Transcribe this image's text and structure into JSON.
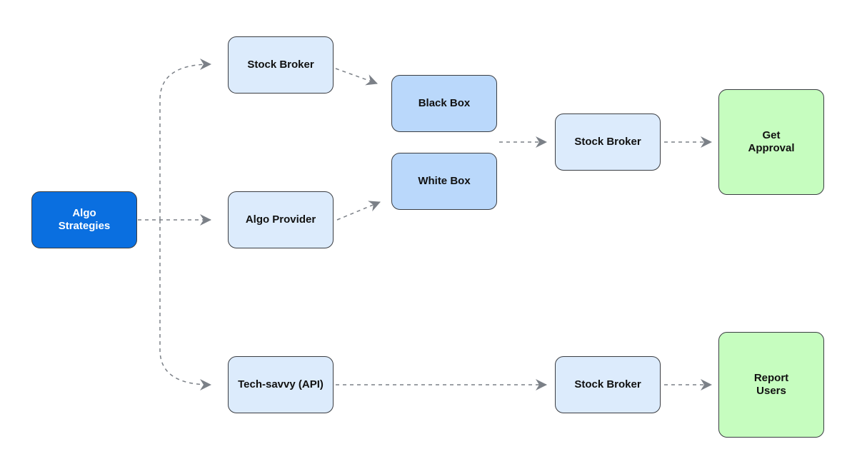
{
  "nodes": {
    "algo_strategies": "Algo\nStrategies",
    "stock_broker_top": "Stock Broker",
    "black_box": "Black Box",
    "white_box": "White Box",
    "algo_provider": "Algo Provider",
    "stock_broker_mid": "Stock Broker",
    "get_approval": "Get\nApproval",
    "tech_savvy": "Tech-savvy (API)",
    "stock_broker_bottom": "Stock Broker",
    "report_users": "Report\nUsers"
  },
  "edges": [
    {
      "from": "algo_strategies",
      "to": "stock_broker_top"
    },
    {
      "from": "algo_strategies",
      "to": "algo_provider"
    },
    {
      "from": "algo_strategies",
      "to": "tech_savvy"
    },
    {
      "from": "stock_broker_top",
      "to": "black_box"
    },
    {
      "from": "algo_provider",
      "to": "white_box"
    },
    {
      "from": "black_box",
      "to": "stock_broker_mid"
    },
    {
      "from": "white_box",
      "to": "stock_broker_mid"
    },
    {
      "from": "stock_broker_mid",
      "to": "get_approval"
    },
    {
      "from": "tech_savvy",
      "to": "stock_broker_bottom"
    },
    {
      "from": "stock_broker_bottom",
      "to": "report_users"
    }
  ],
  "colors": {
    "node_border": "#3a3d42",
    "node_light": "#dcebfc",
    "node_mid": "#bad8fb",
    "node_dark": "#0a6fe0",
    "node_green": "#c6fdbf",
    "connector": "#7b8087"
  }
}
